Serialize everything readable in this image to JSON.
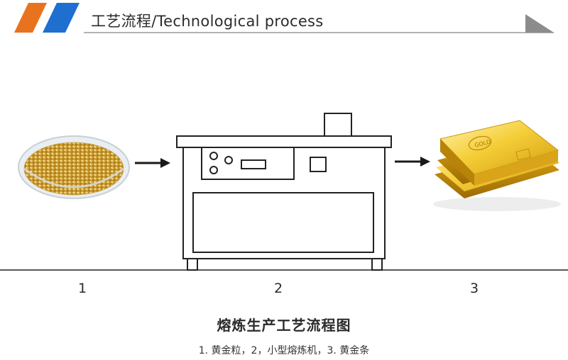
{
  "header": {
    "title": "工艺流程/Technological process",
    "accent_orange": "#e8731e",
    "accent_blue": "#1f6fd1"
  },
  "steps": [
    {
      "number": "1",
      "icon": "gold-granules-dish-icon"
    },
    {
      "number": "2",
      "icon": "melting-furnace-icon"
    },
    {
      "number": "3",
      "icon": "gold-bars-icon"
    }
  ],
  "figure": {
    "title": "熔炼生产工艺流程图",
    "caption": "1. 黄金粒，2，小型熔炼机，3. 黄金条",
    "gold_bar_stamp": "GOLD"
  }
}
